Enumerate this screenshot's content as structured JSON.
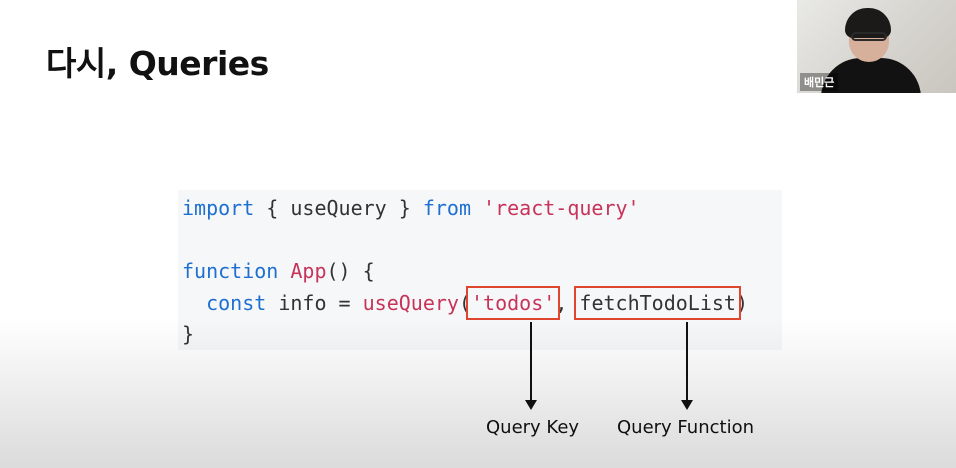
{
  "slide": {
    "title": "다시, Queries"
  },
  "code": {
    "line1": {
      "import_kw": "import",
      "brace_open": " { ",
      "hook": "useQuery",
      "brace_close": " } ",
      "from_kw": "from",
      "space": " ",
      "module": "'react-query'"
    },
    "line3": {
      "function_kw": "function",
      "space": " ",
      "name": "App",
      "rest": "() {"
    },
    "line4": {
      "indent": "  ",
      "const_kw": "const",
      "assign": " info = ",
      "hook": "useQuery",
      "paren_open": "(",
      "query_key": "'todos'",
      "comma": ", ",
      "query_fn": "fetchTodoList",
      "paren_close": ")"
    },
    "line5": {
      "brace": "}"
    }
  },
  "annotations": {
    "query_key_label": "Query Key",
    "query_function_label": "Query Function"
  },
  "webcam": {
    "speaker_name": "배민근"
  },
  "colors": {
    "keyword": "#1e6fd1",
    "string": "#c8335a",
    "highlight_box": "#e0462f",
    "code_background": "#f6f7f8"
  }
}
